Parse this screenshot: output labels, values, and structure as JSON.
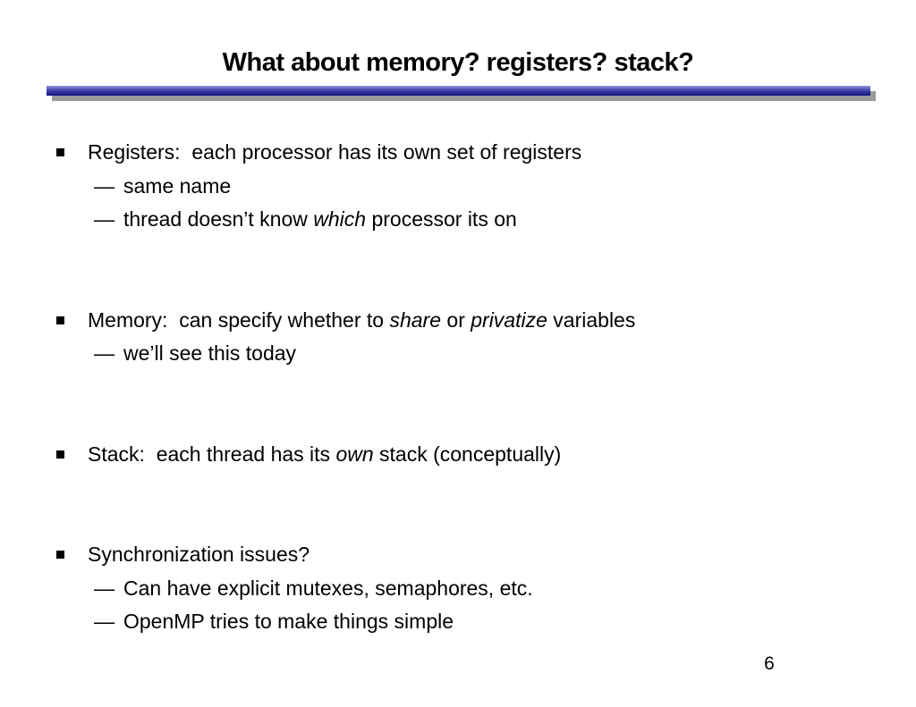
{
  "title": "What about memory? registers? stack?",
  "divider": {
    "gradient_top": "#9494de",
    "gradient_mid": "#4444ad",
    "gradient_bottom": "#15157d",
    "shadow_color": "#999999"
  },
  "sub_marker": "—",
  "groups": [
    {
      "main": [
        {
          "t": "Registers:  each processor has its own set of registers"
        }
      ],
      "subs": [
        [
          {
            "t": "same name"
          }
        ],
        [
          {
            "t": "thread doesn’t know "
          },
          {
            "t": "which",
            "i": true
          },
          {
            "t": " processor its on"
          }
        ]
      ]
    },
    {
      "main": [
        {
          "t": "Memory:  can specify whether to "
        },
        {
          "t": "share",
          "i": true
        },
        {
          "t": " or "
        },
        {
          "t": "privatize",
          "i": true
        },
        {
          "t": " variables"
        }
      ],
      "subs": [
        [
          {
            "t": "we’ll see this today"
          }
        ]
      ]
    },
    {
      "main": [
        {
          "t": "Stack:  each thread has its "
        },
        {
          "t": "own",
          "i": true
        },
        {
          "t": " stack (conceptually)"
        }
      ],
      "subs": []
    },
    {
      "main": [
        {
          "t": "Synchronization issues?"
        }
      ],
      "subs": [
        [
          {
            "t": "Can have explicit mutexes, semaphores, etc."
          }
        ],
        [
          {
            "t": "OpenMP tries to make things simple"
          }
        ]
      ]
    }
  ],
  "page": {
    "number": "6"
  }
}
